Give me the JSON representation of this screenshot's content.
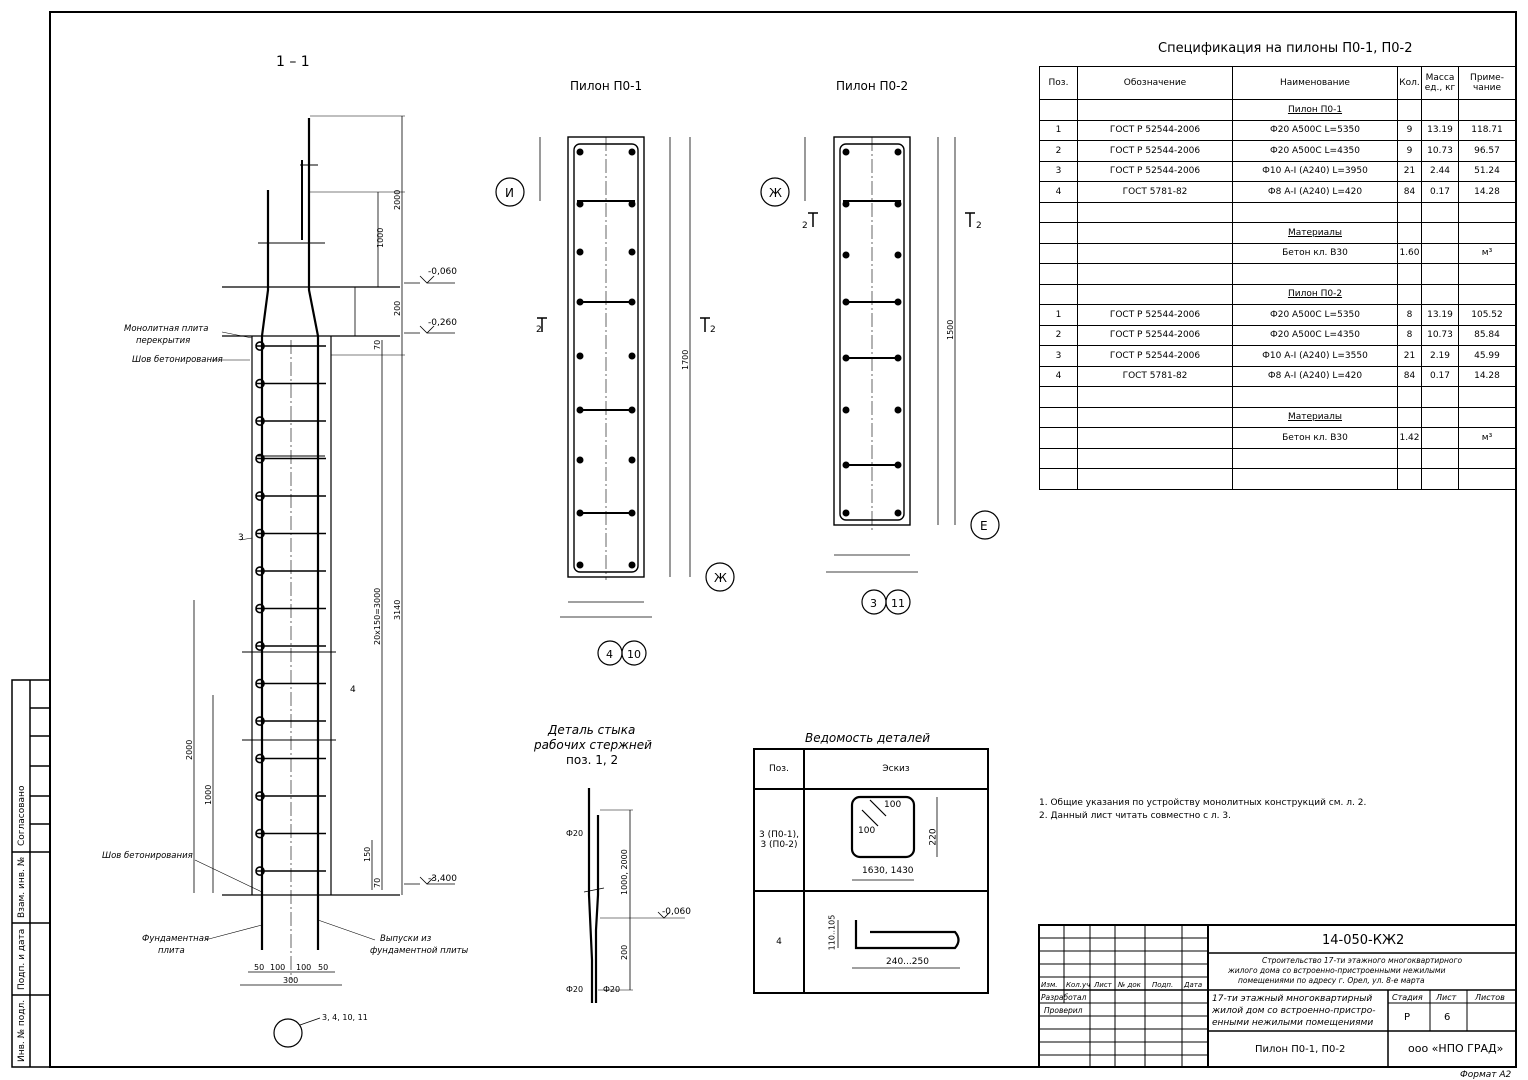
{
  "section": {
    "title": "1 – 1"
  },
  "pylon1": {
    "title": "Пилон П0-1"
  },
  "pylon2": {
    "title": "Пилон П0-2"
  },
  "joint_detail": {
    "title_lines": [
      "Деталь стыка",
      "рабочих стержней",
      "поз. 1, 2"
    ]
  },
  "details_list": {
    "title": "Ведомость деталей",
    "headers": [
      "Поз.",
      "Эскиз"
    ],
    "rows": [
      {
        "pos": "3 (П0-1),\n3 (П0-2)",
        "dims": [
          "100",
          "220",
          "100",
          "1630, 1430"
        ]
      },
      {
        "pos": "4",
        "dims": [
          "110..105",
          "240...250"
        ]
      }
    ]
  },
  "spec": {
    "title": "Спецификация на пилоны П0-1, П0-2",
    "headers": [
      "Поз.",
      "Обозначение",
      "Наименование",
      "Кол.",
      "Масса ед., кг",
      "Приме-чание"
    ],
    "rows": [
      {
        "pos": "",
        "doc": "",
        "name": "Пилон П0-1",
        "qty": "",
        "mass": "",
        "note": "",
        "u": true
      },
      {
        "pos": "1",
        "doc": "ГОСТ Р 52544-2006",
        "name": "Ф20 А500С L=5350",
        "qty": "9",
        "mass": "13.19",
        "note": "118.71"
      },
      {
        "pos": "2",
        "doc": "ГОСТ Р 52544-2006",
        "name": "Ф20 А500С L=4350",
        "qty": "9",
        "mass": "10.73",
        "note": "96.57"
      },
      {
        "pos": "3",
        "doc": "ГОСТ Р 52544-2006",
        "name": "Ф10 А-I (А240) L=3950",
        "qty": "21",
        "mass": "2.44",
        "note": "51.24"
      },
      {
        "pos": "4",
        "doc": "ГОСТ 5781-82",
        "name": "Ф8 А-I (А240) L=420",
        "qty": "84",
        "mass": "0.17",
        "note": "14.28"
      },
      {
        "pos": "",
        "doc": "",
        "name": "",
        "qty": "",
        "mass": "",
        "note": ""
      },
      {
        "pos": "",
        "doc": "",
        "name": "Материалы",
        "qty": "",
        "mass": "",
        "note": "",
        "u": true
      },
      {
        "pos": "",
        "doc": "",
        "name": "Бетон кл. В30",
        "qty": "1.60",
        "mass": "",
        "note": "м³"
      },
      {
        "pos": "",
        "doc": "",
        "name": "",
        "qty": "",
        "mass": "",
        "note": ""
      },
      {
        "pos": "",
        "doc": "",
        "name": "Пилон П0-2",
        "qty": "",
        "mass": "",
        "note": "",
        "u": true
      },
      {
        "pos": "1",
        "doc": "ГОСТ Р 52544-2006",
        "name": "Ф20 А500С L=5350",
        "qty": "8",
        "mass": "13.19",
        "note": "105.52"
      },
      {
        "pos": "2",
        "doc": "ГОСТ Р 52544-2006",
        "name": "Ф20 А500С L=4350",
        "qty": "8",
        "mass": "10.73",
        "note": "85.84"
      },
      {
        "pos": "3",
        "doc": "ГОСТ Р 52544-2006",
        "name": "Ф10 А-I (А240) L=3550",
        "qty": "21",
        "mass": "2.19",
        "note": "45.99"
      },
      {
        "pos": "4",
        "doc": "ГОСТ 5781-82",
        "name": "Ф8 А-I (А240) L=420",
        "qty": "84",
        "mass": "0.17",
        "note": "14.28"
      },
      {
        "pos": "",
        "doc": "",
        "name": "",
        "qty": "",
        "mass": "",
        "note": ""
      },
      {
        "pos": "",
        "doc": "",
        "name": "Материалы",
        "qty": "",
        "mass": "",
        "note": "",
        "u": true
      },
      {
        "pos": "",
        "doc": "",
        "name": "Бетон кл. В30",
        "qty": "1.42",
        "mass": "",
        "note": "м³"
      },
      {
        "pos": "",
        "doc": "",
        "name": "",
        "qty": "",
        "mass": "",
        "note": ""
      },
      {
        "pos": "",
        "doc": "",
        "name": "",
        "qty": "",
        "mass": "",
        "note": ""
      }
    ]
  },
  "notes": [
    "1. Общие указания по устройству монолитных конструкций см. л. 2.",
    "2. Данный лист читать совместно с л. 3."
  ],
  "stamp": {
    "code": "14-050-КЖ2",
    "project": [
      "Строительство 17-ти этажного многоквартирного",
      "жилого дома со встроенно-пристроенными нежилыми",
      "помещениями по адресу г. Орел, ул. 8-е марта"
    ],
    "building": [
      "17-ти этажный многоквартирный",
      "жилой дом со встроенно-пристро-",
      "енными нежилыми помещениями"
    ],
    "col_headers": [
      "Изм.",
      "Кол.уч",
      "Лист",
      "№ док",
      "Подп.",
      "Дата"
    ],
    "roles": [
      "Разработал",
      "Проверил"
    ],
    "stage_headers": [
      "Стадия",
      "Лист",
      "Листов"
    ],
    "stage": "Р",
    "sheet": "6",
    "sheets": "",
    "drawing": "Пилон П0-1, П0-2",
    "company": "ооо «НПО ГРАД»",
    "format": "Формат А2"
  },
  "left_strip": [
    "Согласовано",
    "Взам. инв. №",
    "Подп. и дата",
    "Инв. № подл."
  ],
  "labels": {
    "mono_slab": [
      "Монолитная плита",
      "перекрытия"
    ],
    "seam1": "Шов бетонирования",
    "seam2": "Шов бетонирования",
    "found_slab": [
      "Фундаментная",
      "плита"
    ],
    "outlets": [
      "Выпуски из",
      "фундаментной плиты"
    ],
    "elev1": "-0,060",
    "elev2": "-0,260",
    "elev3": "-3,400",
    "elev4": "-0,060",
    "dim_2000": "2000",
    "dim_1000": "1000",
    "dim_200": "200",
    "dim_70": "70",
    "dim_3140": "3140",
    "dim_20x150": "20х150=3000",
    "dim_150": "150",
    "dim_2000b": "2000",
    "dim_1000b": "1000",
    "bot_dims": [
      "50",
      "100",
      "100",
      "50"
    ],
    "bot_300": "300",
    "refs": "3, 4, 10, 11",
    "pos3": "3",
    "pos4": "4",
    "phi20": "Ф20",
    "phi20b": "Ф20",
    "phi20c": "Ф20",
    "j1000": "1000, 2000",
    "j200": "200",
    "axis_I": "И",
    "axis_Zh": "Ж",
    "axis_Zh2": "Ж",
    "axis_E": "Е",
    "p1_1700": "1700",
    "p2_1500": "1500",
    "p1_refs": [
      "4",
      "10"
    ],
    "p2_refs": [
      "3",
      "11"
    ],
    "cut2": "2"
  }
}
